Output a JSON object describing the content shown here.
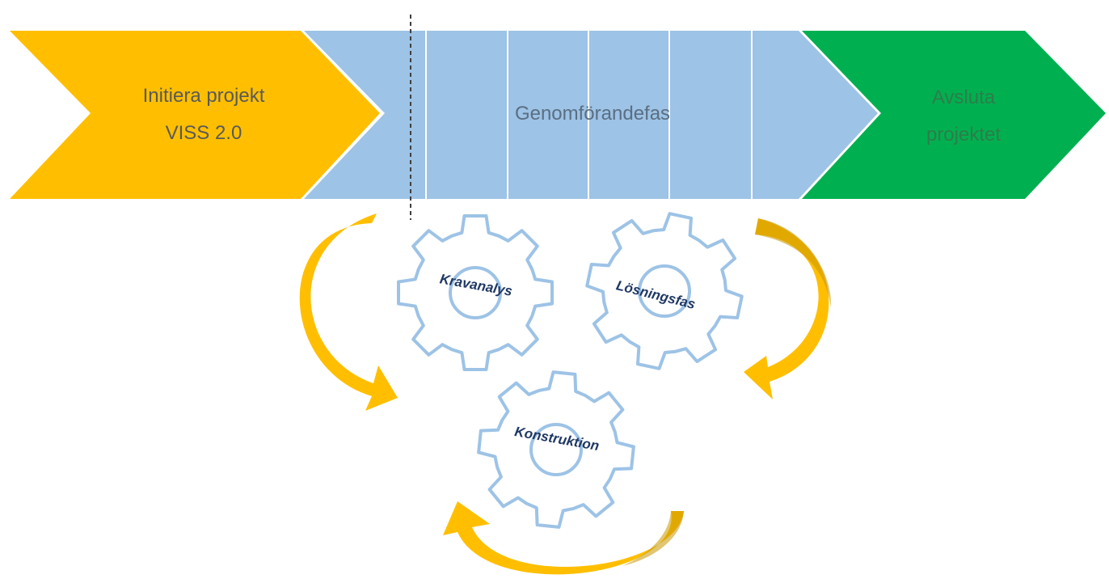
{
  "phases": [
    {
      "lines": [
        "Initiera projekt",
        "VISS 2.0"
      ],
      "color": "#ffbf00",
      "text_color": "#595959"
    },
    {
      "lines": [
        "Genomförandefas"
      ],
      "color": "#9dc3e6",
      "text_color": "#5b6e82"
    },
    {
      "lines": [
        "Avsluta",
        "projektet"
      ],
      "color": "#00b050",
      "text_color": "#2e7d4a"
    }
  ],
  "gears": [
    {
      "label": "Kravanalys"
    },
    {
      "label": "Lösningsfas"
    },
    {
      "label": "Konstruktion"
    }
  ],
  "colors": {
    "gear_outline": "#9dc3e6",
    "gear_text": "#1f3864",
    "cycle_arrow": "#ffbf00",
    "cycle_arrow_shade": "#c99700",
    "sprint_divider": "#ffffff",
    "dashed_marker": "#404040"
  }
}
